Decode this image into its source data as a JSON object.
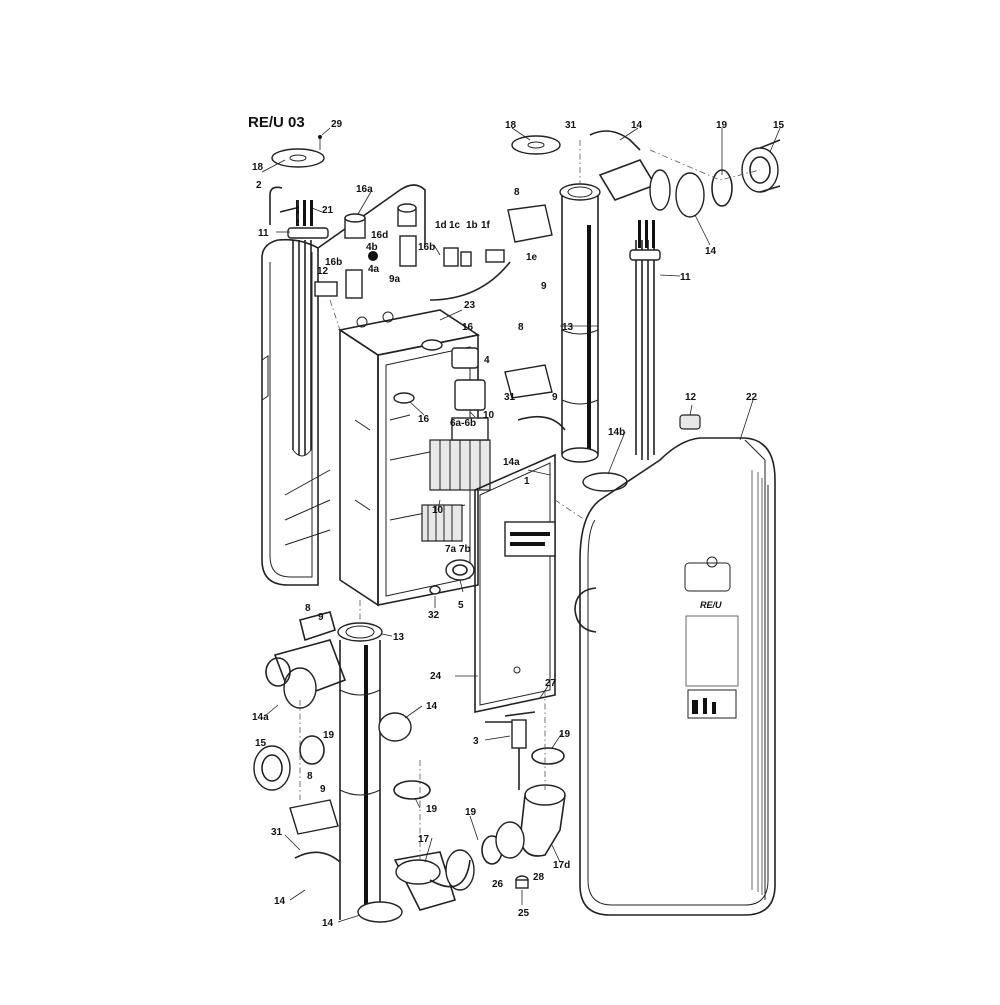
{
  "drawing": {
    "title": "RE/U 03"
  },
  "labels": [
    {
      "id": "l29",
      "text": "29"
    },
    {
      "id": "l18a",
      "text": "18"
    },
    {
      "id": "l2",
      "text": "2"
    },
    {
      "id": "l21",
      "text": "21"
    },
    {
      "id": "l11a",
      "text": "11"
    },
    {
      "id": "l16a",
      "text": "16a"
    },
    {
      "id": "l16d",
      "text": "16d"
    },
    {
      "id": "l4b",
      "text": "4b"
    },
    {
      "id": "l16b_a",
      "text": "16b"
    },
    {
      "id": "l16b_b",
      "text": "16b"
    },
    {
      "id": "l4a",
      "text": "4a"
    },
    {
      "id": "l12a",
      "text": "12"
    },
    {
      "id": "l9a",
      "text": "9a"
    },
    {
      "id": "l1d",
      "text": "1d"
    },
    {
      "id": "l1c",
      "text": "1c"
    },
    {
      "id": "l1b",
      "text": "1b"
    },
    {
      "id": "l1f",
      "text": "1f"
    },
    {
      "id": "l1e",
      "text": "1e"
    },
    {
      "id": "l23",
      "text": "23"
    },
    {
      "id": "l16c",
      "text": "16"
    },
    {
      "id": "l4",
      "text": "4"
    },
    {
      "id": "l16e",
      "text": "16"
    },
    {
      "id": "l6a6b",
      "text": "6a-6b"
    },
    {
      "id": "l10a",
      "text": "10"
    },
    {
      "id": "l10b",
      "text": "10"
    },
    {
      "id": "l7a7b",
      "text": "7a 7b"
    },
    {
      "id": "l32",
      "text": "32"
    },
    {
      "id": "l5",
      "text": "5"
    },
    {
      "id": "l18b",
      "text": "18"
    },
    {
      "id": "l31a",
      "text": "31"
    },
    {
      "id": "l14a",
      "text": "14"
    },
    {
      "id": "l19a",
      "text": "19"
    },
    {
      "id": "l15a",
      "text": "15"
    },
    {
      "id": "l8a",
      "text": "8"
    },
    {
      "id": "l14b",
      "text": "14"
    },
    {
      "id": "l9b",
      "text": "9"
    },
    {
      "id": "l13a",
      "text": "13"
    },
    {
      "id": "l11b",
      "text": "11"
    },
    {
      "id": "l8b",
      "text": "8"
    },
    {
      "id": "l9c",
      "text": "9"
    },
    {
      "id": "l31b",
      "text": "31"
    },
    {
      "id": "l14aa",
      "text": "14a"
    },
    {
      "id": "l12b",
      "text": "12"
    },
    {
      "id": "l22",
      "text": "22"
    },
    {
      "id": "l14bb",
      "text": "14b"
    },
    {
      "id": "l1",
      "text": "1"
    },
    {
      "id": "l8c",
      "text": "8"
    },
    {
      "id": "l9d",
      "text": "9"
    },
    {
      "id": "l13b",
      "text": "13"
    },
    {
      "id": "l14ab",
      "text": "14a"
    },
    {
      "id": "l14c",
      "text": "14"
    },
    {
      "id": "l19b",
      "text": "19"
    },
    {
      "id": "l15b",
      "text": "15"
    },
    {
      "id": "l8d",
      "text": "8"
    },
    {
      "id": "l9e",
      "text": "9"
    },
    {
      "id": "l19c",
      "text": "19"
    },
    {
      "id": "l31c",
      "text": "31"
    },
    {
      "id": "l14d",
      "text": "14"
    },
    {
      "id": "l14e",
      "text": "14"
    },
    {
      "id": "l17",
      "text": "17"
    },
    {
      "id": "l19d",
      "text": "19"
    },
    {
      "id": "l24",
      "text": "24"
    },
    {
      "id": "l27",
      "text": "27"
    },
    {
      "id": "l3",
      "text": "3"
    },
    {
      "id": "l19e",
      "text": "19"
    },
    {
      "id": "l26",
      "text": "26"
    },
    {
      "id": "l28",
      "text": "28"
    },
    {
      "id": "l25",
      "text": "25"
    },
    {
      "id": "l17d",
      "text": "17d"
    }
  ],
  "casing": {
    "brand_mark": "RE/U"
  }
}
